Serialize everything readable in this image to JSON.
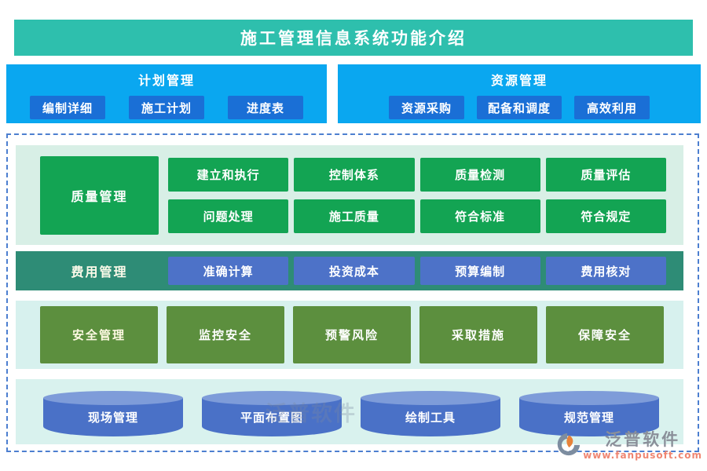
{
  "title": "施工管理信息系统功能介绍",
  "panels": [
    {
      "title": "计划管理",
      "items": [
        "编制详细",
        "施工计划",
        "进度表"
      ]
    },
    {
      "title": "资源管理",
      "items": [
        "资源采购",
        "配备和调度",
        "高效利用"
      ]
    }
  ],
  "quality": {
    "label": "质量管理",
    "items": [
      "建立和执行",
      "控制体系",
      "质量检测",
      "质量评估",
      "问题处理",
      "施工质量",
      "符合标准",
      "符合规定"
    ]
  },
  "cost": {
    "label": "费用管理",
    "items": [
      "准确计算",
      "投资成本",
      "预算编制",
      "费用核对"
    ]
  },
  "safety": {
    "label": "安全管理",
    "items": [
      "监控安全",
      "预警风险",
      "采取措施",
      "保障安全"
    ]
  },
  "site": {
    "items": [
      "现场管理",
      "平面布置图",
      "绘制工具",
      "规范管理"
    ]
  },
  "watermark": {
    "text": "泛普软件"
  },
  "logo": {
    "brand": "泛普软件",
    "url": "www.fanpusoft.com"
  },
  "colors": {
    "banner": "#2ebfad",
    "panel": "#0aa7f0",
    "panel_button": "#1a6fd6",
    "quality_bg": "#d8efe6",
    "green": "#13a453",
    "cost_band": "#2e8c76",
    "cost_button": "#4d72c8",
    "safety_bg": "#d7f1ee",
    "olive": "#5c8f3e",
    "bottom_bg": "#d9f2ee",
    "cylinder": "#4a71c7",
    "cylinder_top": "#7e9cd9",
    "dashed_border": "#4d7fd0"
  }
}
